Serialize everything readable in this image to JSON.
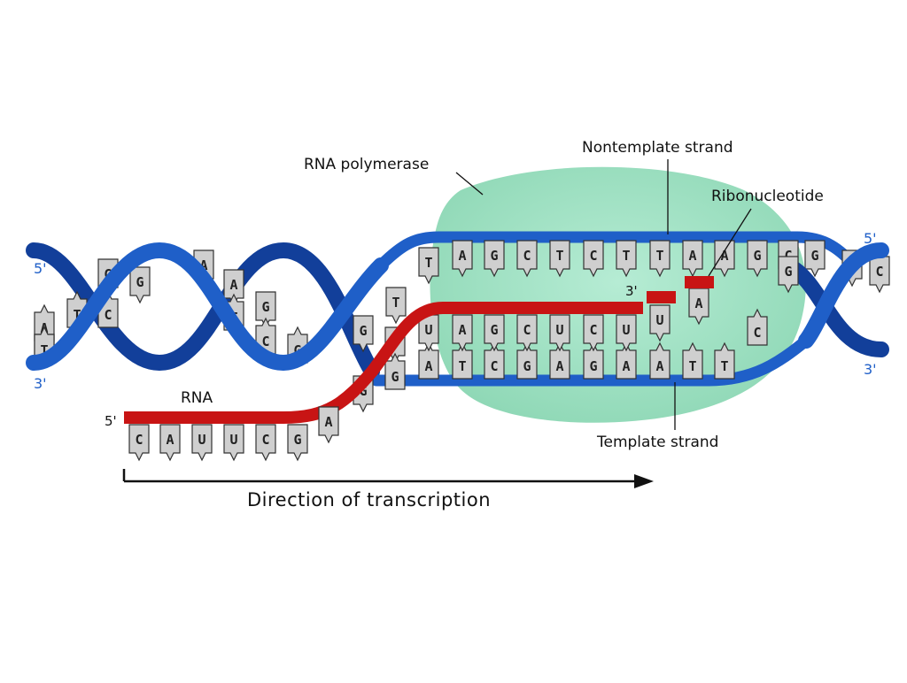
{
  "labels": {
    "rna_polymerase": "RNA polymerase",
    "nontemplate_strand": "Nontemplate strand",
    "ribonucleotide": "Ribonucleotide",
    "template_strand": "Template strand",
    "rna": "RNA",
    "direction": "Direction of transcription"
  },
  "ends": {
    "left_top": "5'",
    "left_bottom": "3'",
    "right_top": "5'",
    "right_bottom": "3'",
    "rna_start": "5'",
    "rna_growing": "3'"
  },
  "bases": {
    "left_helix_top": [
      "G",
      "G",
      "A",
      "A",
      "G"
    ],
    "left_helix_bottom": [
      "A",
      "T",
      "C",
      "T",
      "C",
      "G"
    ],
    "left_helix_far": [
      "A",
      "T"
    ],
    "nontemplate_strand": [
      "T",
      "A",
      "G",
      "C",
      "T",
      "C",
      "T",
      "T",
      "A",
      "A",
      "G",
      "C",
      "G"
    ],
    "template_strand": [
      "A",
      "T",
      "C",
      "G",
      "A",
      "G",
      "A",
      "A",
      "T",
      "T"
    ],
    "rna_in_bubble": [
      "U",
      "A",
      "G",
      "C",
      "U",
      "C",
      "U",
      "U"
    ],
    "transition": [
      "T",
      "G",
      "G",
      "U",
      "G"
    ],
    "rna_tail": [
      "C",
      "A",
      "U",
      "U",
      "C",
      "G",
      "A"
    ],
    "incoming_ribonucleotide": "A",
    "right_helix": [
      "C",
      "A",
      "G",
      "C"
    ]
  },
  "colors": {
    "dna_strand": "#1f5fc8",
    "dna_strand_dark": "#123f9a",
    "rna": "#c81414",
    "polymerase": "#a6e3c8",
    "base": "#cfcfcf"
  }
}
